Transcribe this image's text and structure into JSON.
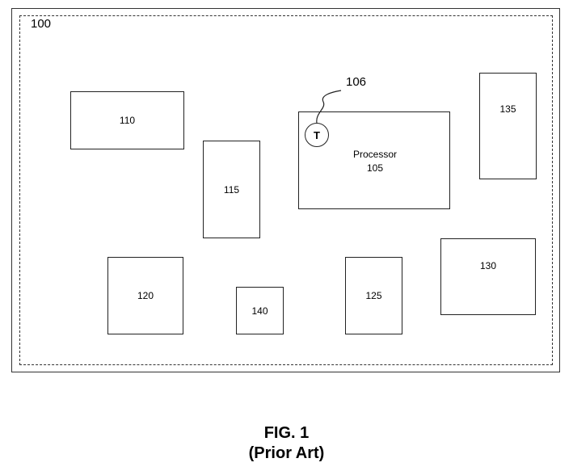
{
  "board_label": "100",
  "components": {
    "c110": "110",
    "c115": "115",
    "c120": "120",
    "c125": "125",
    "c130": "130",
    "c135": "135",
    "c140": "140"
  },
  "processor": {
    "name": "Processor",
    "number": "105"
  },
  "sensor": {
    "symbol": "T",
    "ref": "106"
  },
  "caption": {
    "figure": "FIG. 1",
    "note": "(Prior Art)"
  }
}
